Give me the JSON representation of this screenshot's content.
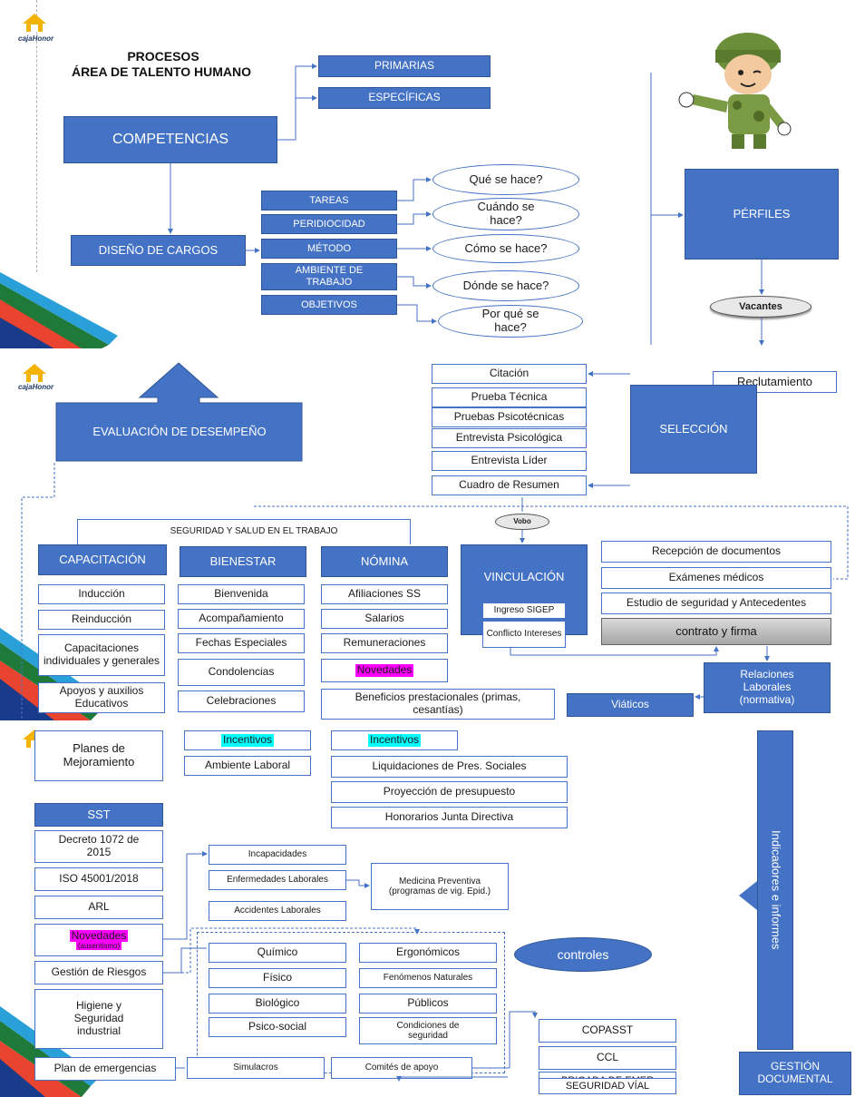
{
  "logo": {
    "text": "cajaHonor"
  },
  "panel1": {
    "title_line1": "PROCESOS",
    "title_line2": "ÁREA DE TALENTO HUMANO",
    "primarias": "PRIMARIAS",
    "especificas": "ESPECÍFICAS",
    "competencias": "COMPETENCIAS",
    "diseno_cargos": "DISEÑO DE CARGOS",
    "tareas": "TAREAS",
    "periodicidad": "PERIDIOCIDAD",
    "metodo": "MÉTODO",
    "ambiente": "AMBIENTE DE TRABAJO",
    "objetivos": "OBJETIVOS",
    "que": "Qué se hace?",
    "cuando": "Cuándo se hace?",
    "como": "Cómo se hace?",
    "donde": "Dónde se hace?",
    "porque": "Por qué se hace?",
    "perfiles": "PÉRFILES",
    "vacantes": "Vacantes"
  },
  "panel2": {
    "evaluacion": "EVALUACIÓN DE DESEMPEÑO",
    "citacion": "Citación",
    "prueba_tecnica": "Prueba Técnica",
    "pruebas_psico": "Pruebas Psicotécnicas",
    "entrevista_psico": "Entrevista Psicológica",
    "entrevista_lider": "Entrevista Líder",
    "cuadro": "Cuadro de Resumen",
    "reclutamiento": "Reclutamiento",
    "seleccion": "SELECCIÓN",
    "vobo": "Vobo",
    "sst_header": "SEGURIDAD Y SALUD EN EL TRABAJO",
    "capacitacion": "CAPACITACIÓN",
    "bienestar": "BIENESTAR",
    "nomina": "NÓMINA",
    "vinculacion": "VINCULACIÓN",
    "ingreso_sigep": "Ingreso SIGEP",
    "conflicto": "Conflicto Intereses",
    "recepcion": "Recepción de documentos",
    "examenes": "Exámenes médicos",
    "estudio": "Estudio de seguridad y Antecedentes",
    "contrato": "contrato y firma",
    "relaciones": "Relaciones Laborales (normativa)",
    "viaticos": "Viáticos",
    "cap_items": [
      "Inducción",
      "Reinducción",
      "Capacitaciones individuales y generales",
      "Apoyos y auxilios Educativos"
    ],
    "bien_items": [
      "Bienvenida",
      "Acompañamiento",
      "Fechas Especiales",
      "Condolencias",
      "Celebraciones"
    ],
    "nom_items": [
      "Afiliaciones SS",
      "Salarios",
      "Remuneraciones",
      "Novedades"
    ],
    "beneficios": "Beneficios prestacionales (primas, cesantías)"
  },
  "panel3": {
    "planes": "Planes de Mejoramiento",
    "incentivos1": "Incentivos",
    "ambiente_laboral": "Ambiente Laboral",
    "incentivos2": "Incentivos",
    "liquidaciones": "Liquidaciones de Pres. Sociales",
    "proyeccion": "Proyección de presupuesto",
    "honorarios": "Honorarios Junta Directiva",
    "indicadores": "Indicadores e informes",
    "sst": "SST",
    "decreto": "Decreto 1072 de 2015",
    "iso": "ISO 45001/2018",
    "arl": "ARL",
    "novedades": "Novedades",
    "ausentismo": "(ausentismo)",
    "gestion_riesgos": "Gestión de Riesgos",
    "higiene": "Higiene y Seguridad industrial",
    "plan_emergencias": "Plan de emergencias",
    "incapacidades": "Incapacidades",
    "enfermedades": "Enfermedades Laborales",
    "accidentes": "Accidentes Laborales",
    "medicina": "Medicina Preventiva (programas de vig. Epid.)",
    "quimico": "Químico",
    "fisico": "Físico",
    "biologico": "Biológico",
    "psicosocial": "Psico-social",
    "ergonomicos": "Ergonómicos",
    "fenomenos": "Fenómenos Naturales",
    "publicos": "Públicos",
    "condiciones": "Condiciones de seguridad",
    "controles": "controles",
    "simulacros": "Simulacros",
    "comites": "Comités de apoyo",
    "copasst": "COPASST",
    "ccl": "CCL",
    "brigada": "BRIGADA DE EMER",
    "seguridad_vial": "SEGURIDAD VÍAL",
    "gestion_documental": "GESTIÓN DOCUMENTAL"
  },
  "colors": {
    "accent": "#4472c4",
    "border": "#2f5597",
    "cyan": "#00ffff",
    "magenta": "#ff00ff"
  }
}
